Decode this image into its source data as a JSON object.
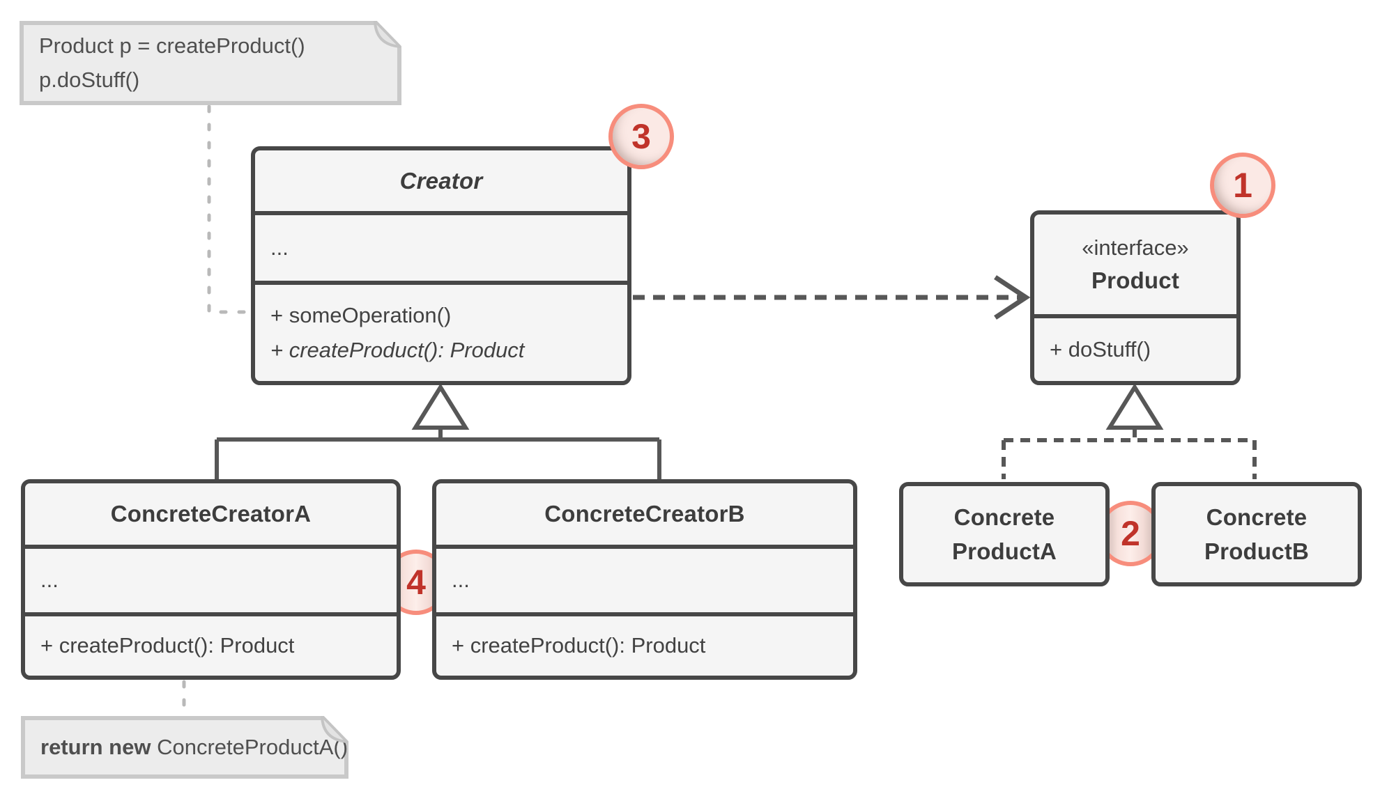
{
  "notes": {
    "usage": {
      "line1": "Product p = createProduct()",
      "line2": "p.doStuff()"
    },
    "implementation": {
      "keyword": "return new",
      "code": " ConcreteProductA()"
    }
  },
  "classes": {
    "creator": {
      "title": "Creator",
      "fields": "...",
      "method1": "+ someOperation()",
      "method2": "+ createProduct(): Product"
    },
    "product": {
      "stereotype": "«interface»",
      "title": "Product",
      "method1": "+ doStuff()"
    },
    "concreteCreatorA": {
      "title": "ConcreteCreatorA",
      "fields": "...",
      "method1": "+ createProduct(): Product"
    },
    "concreteCreatorB": {
      "title": "ConcreteCreatorB",
      "fields": "...",
      "method1": "+ createProduct(): Product"
    },
    "concreteProductA": {
      "titleLine1": "Concrete",
      "titleLine2": "ProductA"
    },
    "concreteProductB": {
      "titleLine1": "Concrete",
      "titleLine2": "ProductB"
    }
  },
  "badges": {
    "step1": "1",
    "step2": "2",
    "step3": "3",
    "step4": "4"
  },
  "colors": {
    "boxFill": "#f5f5f5",
    "boxBorder": "#474747",
    "text": "#3f3f3f",
    "connector": "#575757",
    "noteFill": "#ececec",
    "noteBorder": "#c9c9c9",
    "noteConnector": "#b9b9b9",
    "badgeRing": "#f78d7c",
    "badgeFill": "#fbe9e5",
    "badgeNumber": "#c0332a"
  }
}
